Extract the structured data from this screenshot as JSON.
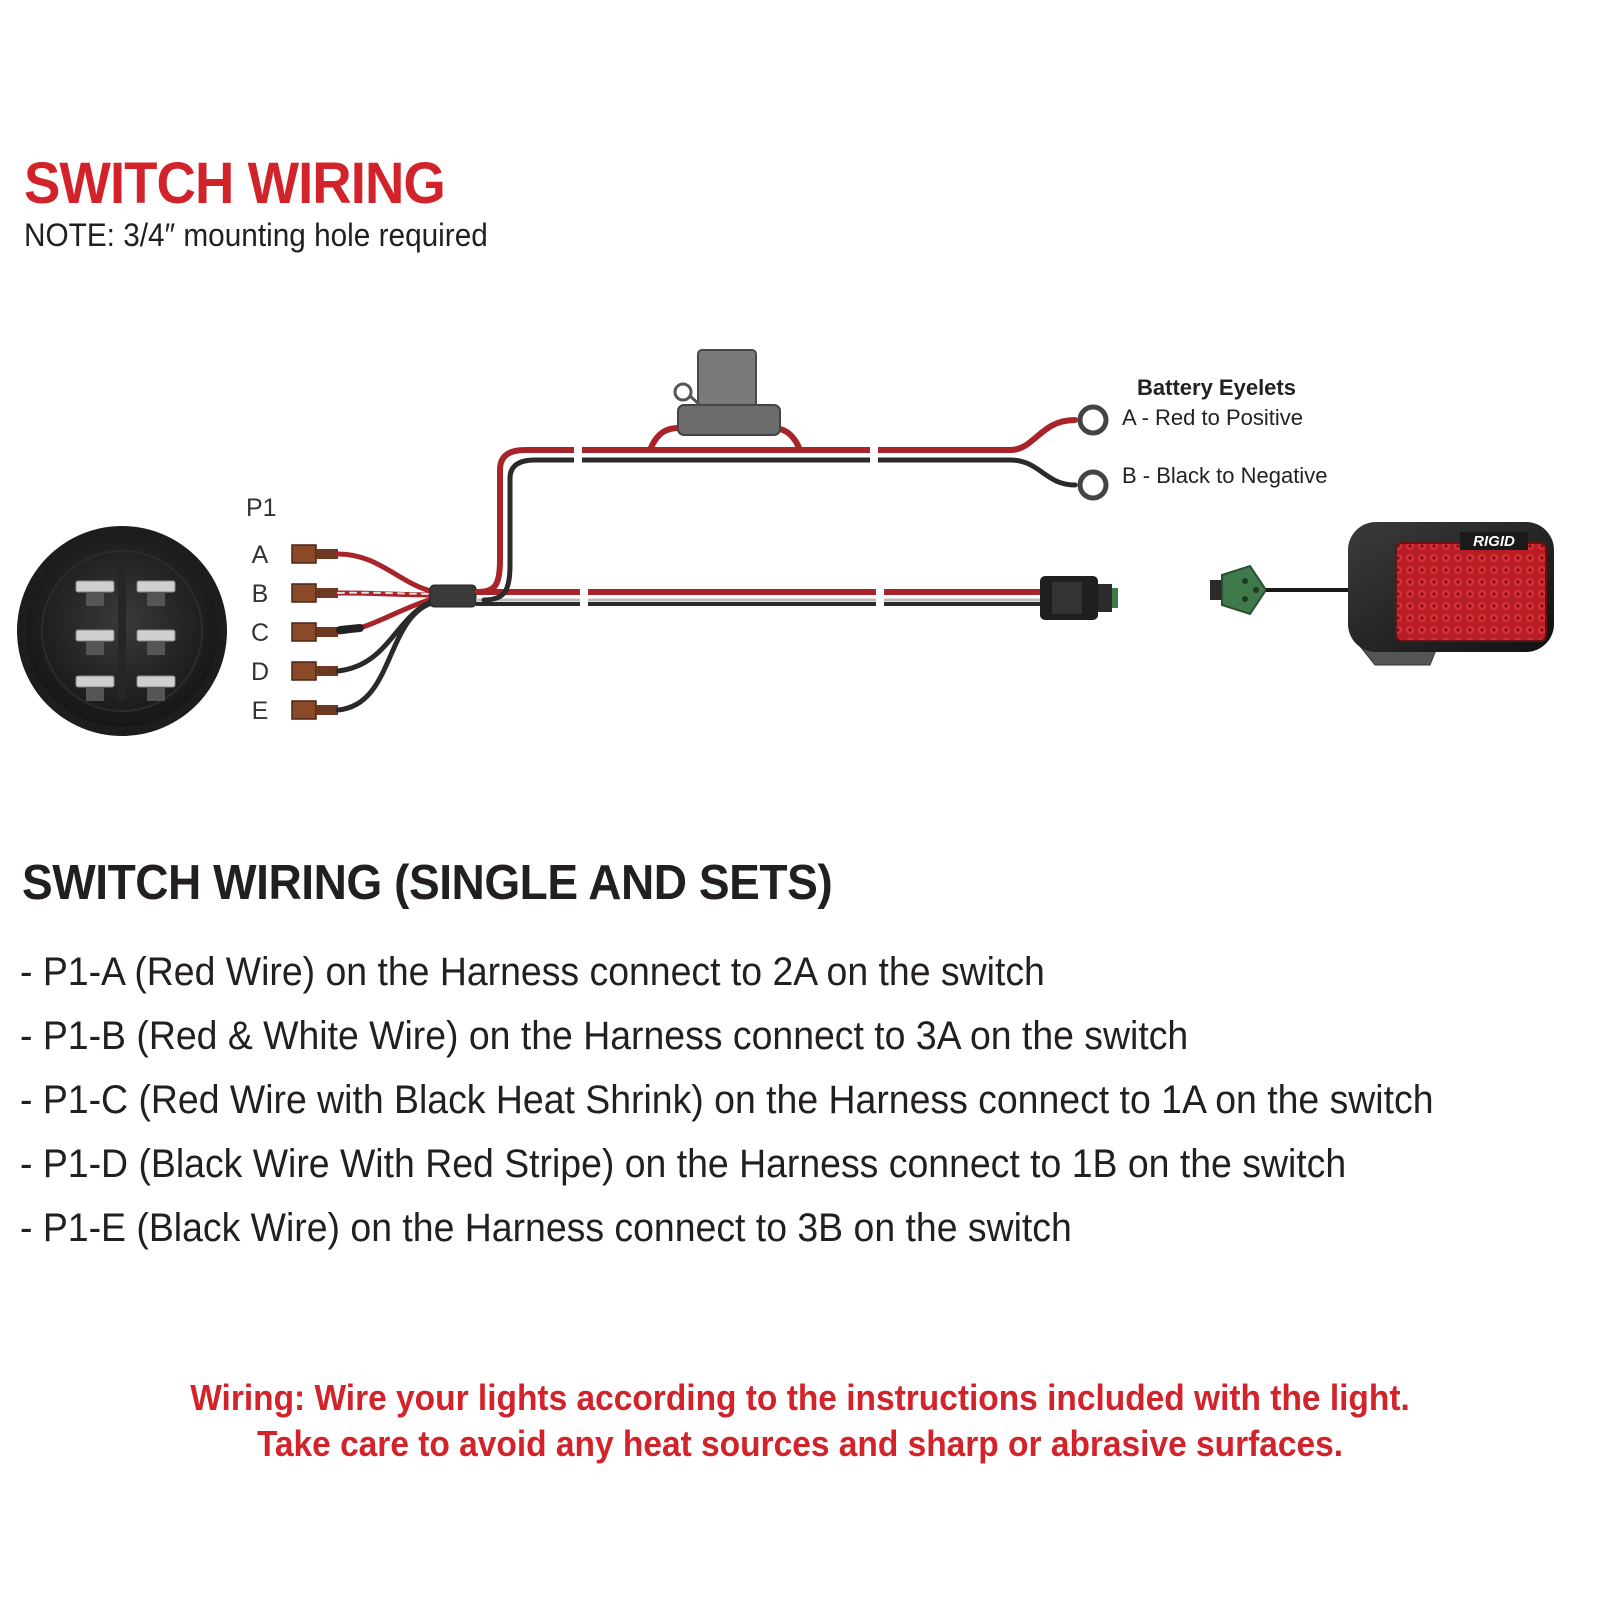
{
  "title": "SWITCH WIRING",
  "note": "NOTE: 3/4″ mounting hole required",
  "diagram": {
    "connector_label": "P1",
    "pins": [
      "A",
      "B",
      "C",
      "D",
      "E"
    ],
    "battery": {
      "title": "Battery Eyelets",
      "a": "A - Red to Positive",
      "b": "B - Black to Negative"
    },
    "light_brand": "RIGID",
    "colors": {
      "red_wire": "#a8242a",
      "black_wire": "#2a2a2a",
      "accent_red": "#d2232a",
      "light_lens": "#c4202a",
      "connector_green": "#3f7a4a"
    }
  },
  "section_heading": "SWITCH WIRING (SINGLE AND SETS)",
  "instructions": [
    "- P1-A (Red Wire) on the Harness connect to 2A on the switch",
    "- P1-B (Red & White Wire) on the Harness connect to 3A on the switch",
    "- P1-C (Red Wire with Black Heat Shrink) on the Harness connect to 1A on the switch",
    "- P1-D (Black Wire With Red Stripe) on the Harness connect to 1B on the switch",
    "- P1-E (Black Wire) on the Harness connect to 3B on the switch"
  ],
  "footer": {
    "line1": "Wiring: Wire your lights according to the instructions included with the light.",
    "line2": "Take care to avoid any heat sources and sharp or abrasive surfaces."
  }
}
